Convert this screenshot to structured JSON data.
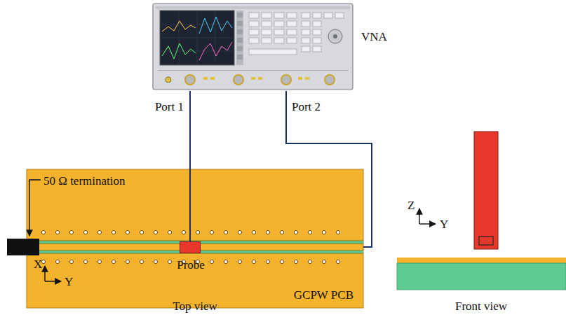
{
  "diagram": {
    "nodes": [
      {
        "text": [
          "VNA"
        ]
      },
      {
        "text": [
          "GCPW PCB"
        ]
      },
      {
        "text": [
          "Probe"
        ],
        "in": 1
      },
      {
        "text": [
          "50 Ω termination"
        ]
      }
    ],
    "edges": [
      {
        "from": 0,
        "to": 2,
        "arrow": "none"
      },
      {
        "from": 0,
        "to": 1,
        "arrow": "none"
      }
    ],
    "labels": [
      "Port 1",
      "Port 2",
      "X",
      "Y",
      "Top view",
      "Z",
      "Y",
      "Front view"
    ]
  }
}
